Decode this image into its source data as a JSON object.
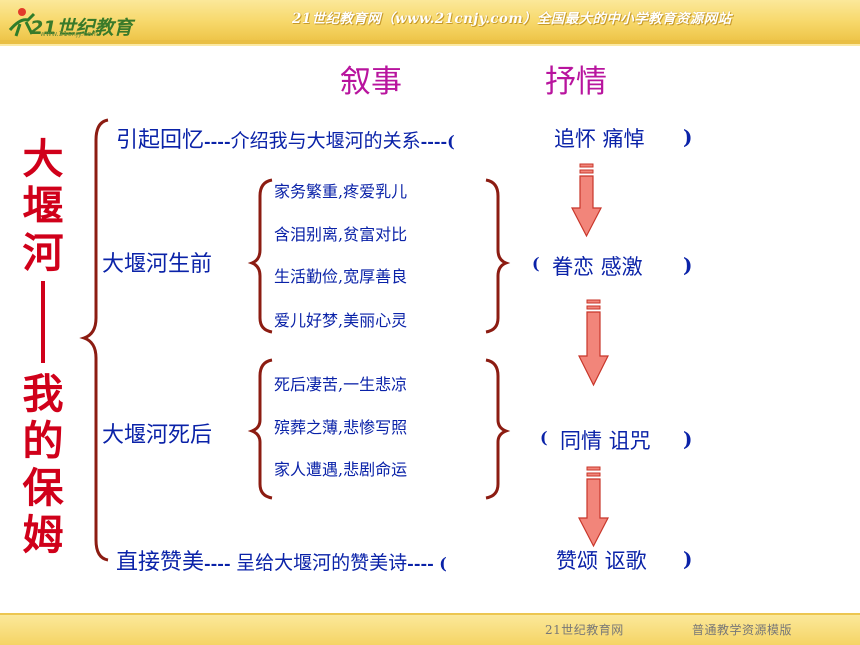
{
  "banner": {
    "logo_text": "21世纪教育",
    "logo_url": "www.21cnjy.com",
    "text": "21世纪教育网（www.21cnjy.com）全国最大的中小学教育资源网站"
  },
  "footer": {
    "left": "21世纪教育网",
    "right": "普通教学资源模版"
  },
  "headers": {
    "narrative": "叙事",
    "lyric": "抒情"
  },
  "title": {
    "chars": [
      "大",
      "堰",
      "河",
      "我",
      "的",
      "保",
      "姆"
    ]
  },
  "rows": {
    "r1": {
      "main": "引起回忆",
      "d1": "----",
      "middle": "介绍我与大堰河的关系",
      "d2": "----(",
      "emotion": "追怀  痛悼",
      "close": ")"
    },
    "r2": {
      "main": "大堰河生前",
      "items": [
        "家务繁重,疼爱乳儿",
        "含泪别离,贫富对比",
        "生活勤俭,宽厚善良",
        "爱儿好梦,美丽心灵"
      ],
      "open": "(",
      "emotion": "眷恋  感激",
      "close": ")"
    },
    "r3": {
      "main": "大堰河死后",
      "items": [
        "死后凄苦,一生悲凉",
        "殡葬之薄,悲惨写照",
        "家人遭遇,悲剧命运"
      ],
      "open": "(",
      "emotion": "同情  诅咒",
      "close": ")"
    },
    "r4": {
      "main": "直接赞美",
      "d1": "---- ",
      "middle": "呈给大堰河的赞美诗",
      "d2": "----   (",
      "emotion": "赞颂  讴歌",
      "close": ")"
    }
  },
  "colors": {
    "title_red": "#d0001a",
    "text_blue": "#0a22a8",
    "header_magenta": "#b8149e",
    "bracket": "#8c1c12",
    "arrow_fill": "#f2857a"
  }
}
